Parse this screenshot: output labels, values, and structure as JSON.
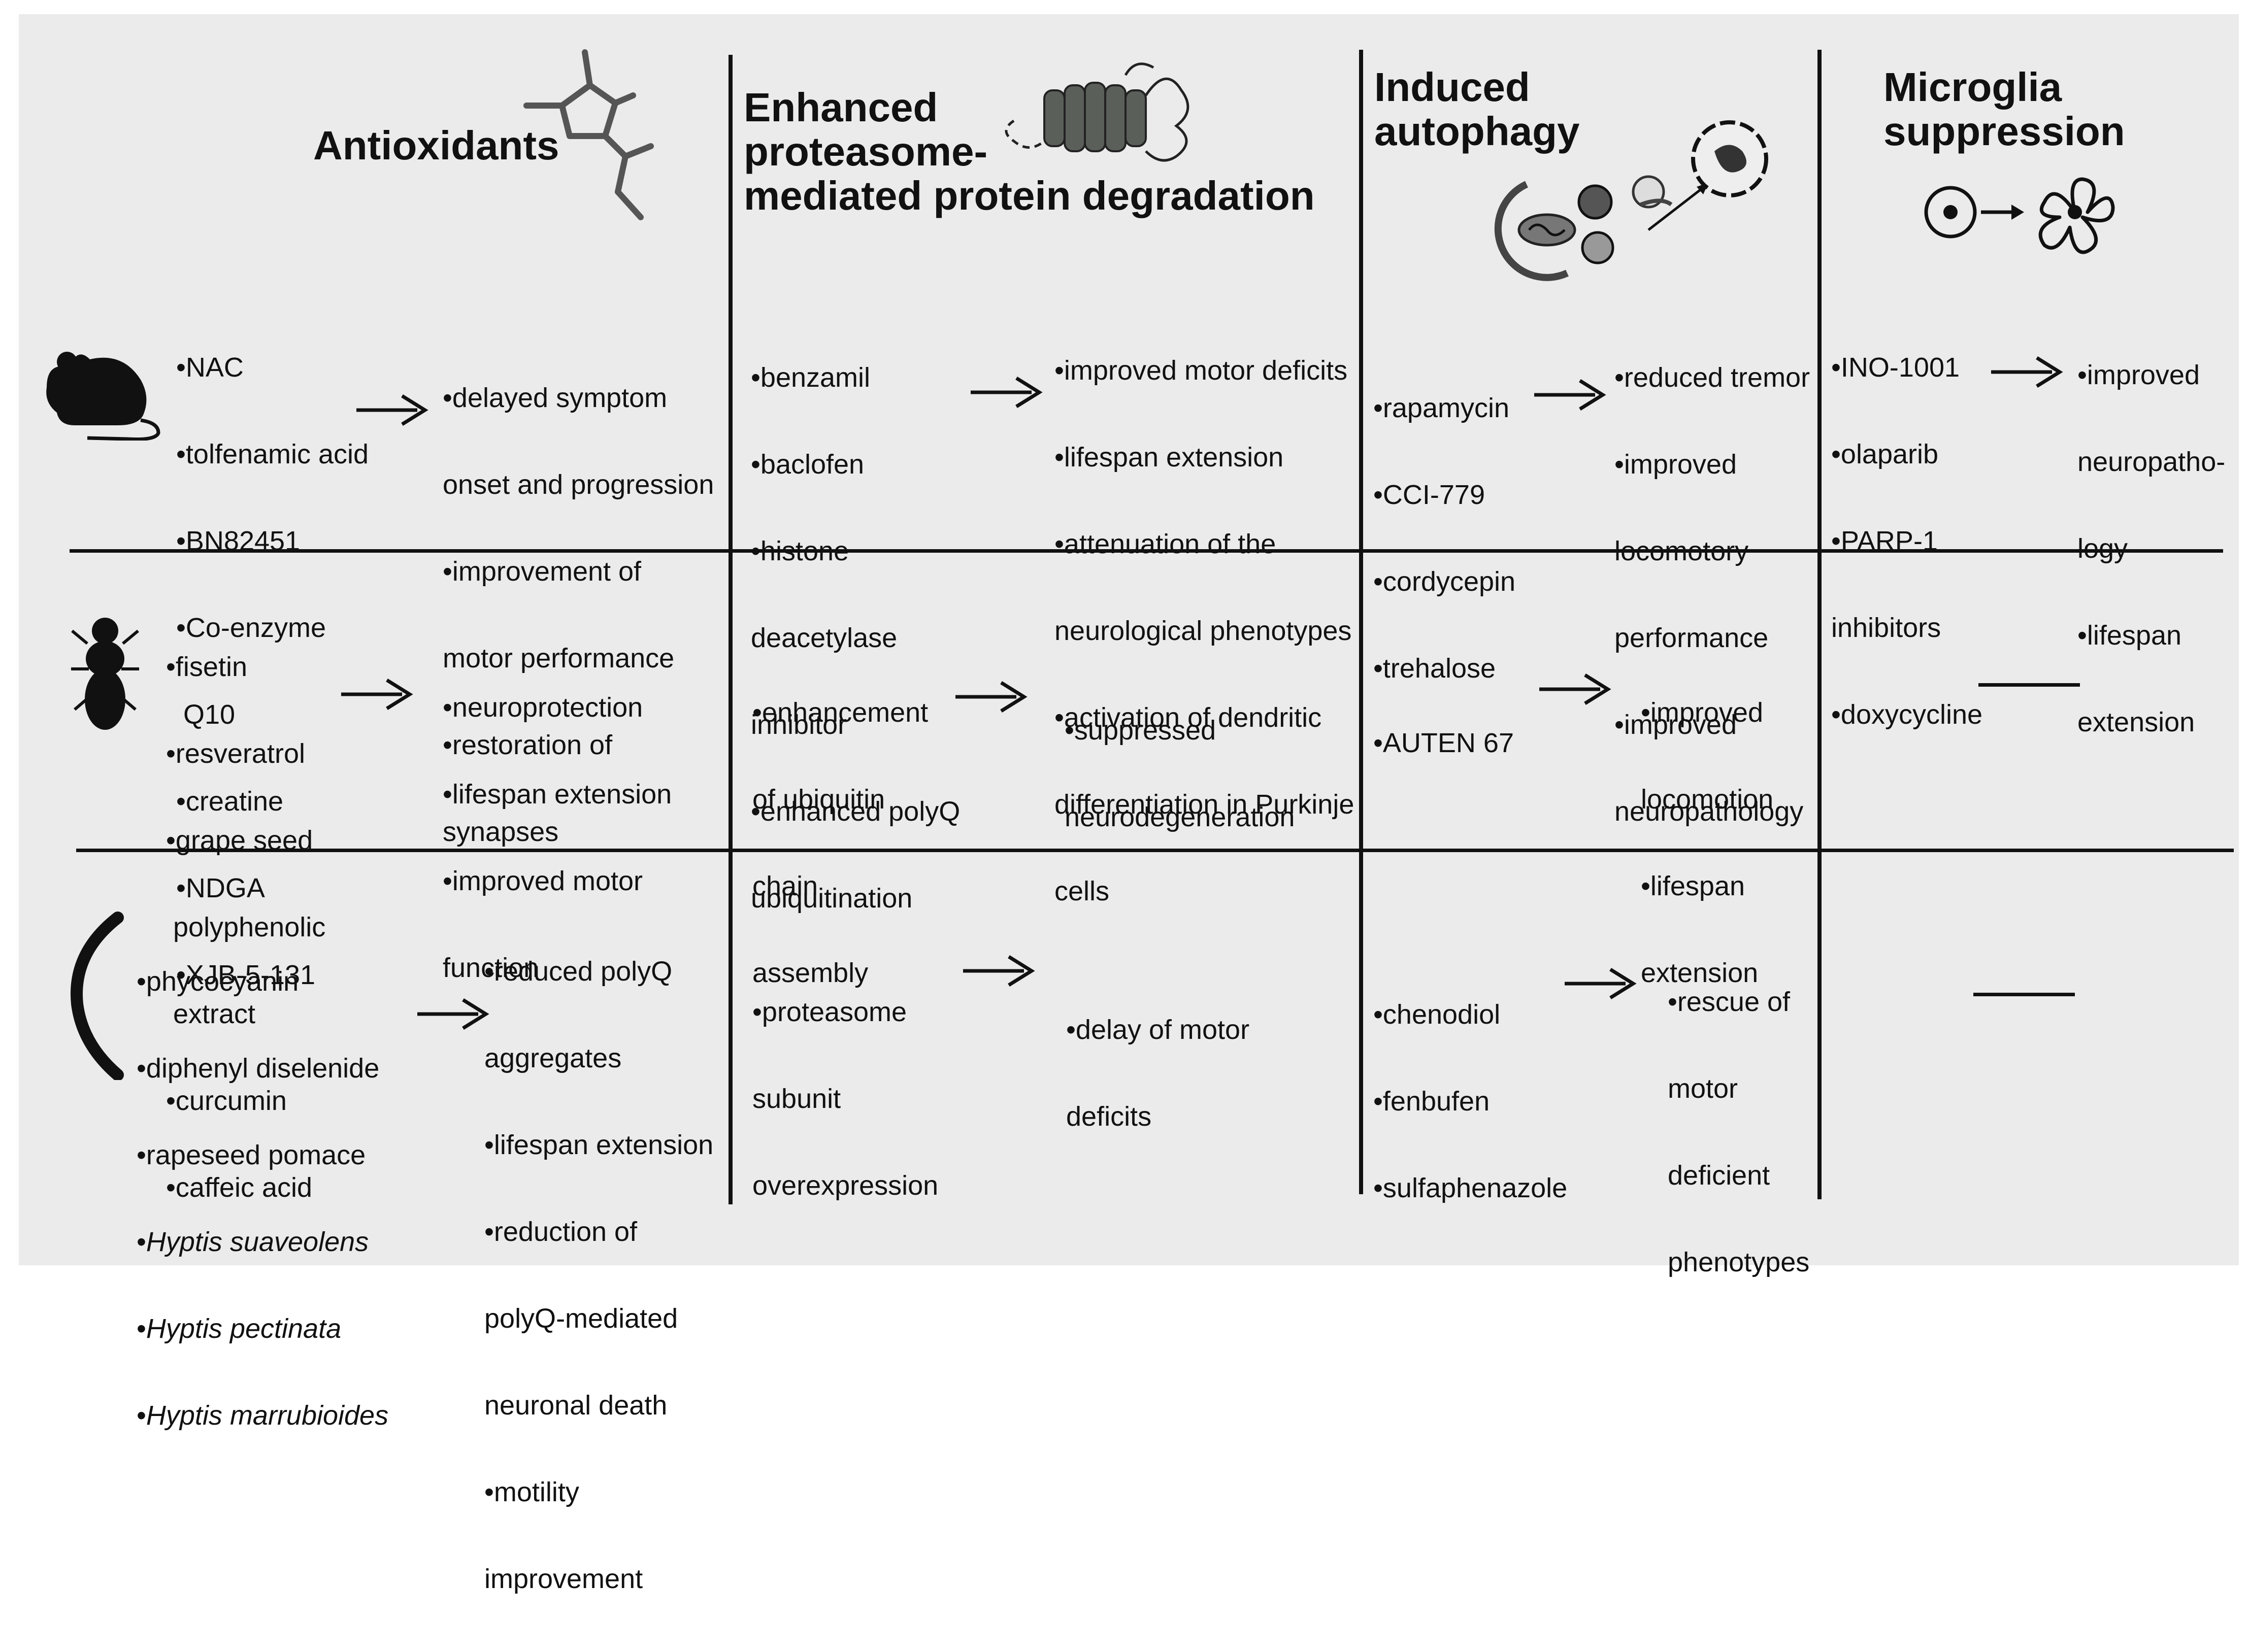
{
  "columns": {
    "antioxidants": {
      "title": "Antioxidants"
    },
    "proteasome": {
      "title_lines": [
        "Enhanced",
        "proteasome-",
        "mediated protein degradation"
      ]
    },
    "autophagy": {
      "title_lines": [
        "Induced",
        "autophagy"
      ]
    },
    "microglia": {
      "title_lines": [
        "Microglia",
        "suppression"
      ]
    }
  },
  "rows": {
    "mouse": {
      "icon": "mouse-icon",
      "antioxidants": {
        "compounds": [
          "•NAC",
          "•tolfenamic acid",
          "•BN82451",
          "•Co-enzyme",
          "Q10",
          "•creatine",
          "•NDGA",
          "•XJB-5-131"
        ],
        "effects": [
          "•delayed symptom",
          "onset and progression",
          "•improvement of",
          "motor performance",
          "•restoration of",
          "synapses"
        ]
      },
      "proteasome": {
        "compounds": [
          "•benzamil",
          "•baclofen",
          "•histone",
          "deacetylase",
          "inhibitor",
          "•enhanced polyQ",
          "ubiquitination"
        ],
        "effects": [
          "•improved motor deficits",
          "•lifespan extension",
          "•attenuation of the",
          "neurological phenotypes",
          "•activation of dendritic",
          "differentiation in Purkinje",
          "cells"
        ]
      },
      "autophagy": {
        "compounds": [
          "•rapamycin",
          "•CCI-779",
          "•cordycepin",
          "•trehalose"
        ],
        "effects": [
          "•reduced tremor",
          "•improved",
          "locomotory",
          "performance",
          "•improved",
          "neuropathology"
        ]
      },
      "microglia": {
        "compounds": [
          "•INO-1001",
          "•olaparib",
          "•PARP-1",
          "inhibitors",
          "•doxycycline"
        ],
        "effects": [
          "•improved",
          "neuropatho-",
          "logy",
          "•lifespan",
          "extension"
        ]
      }
    },
    "fly": {
      "icon": "fly-icon",
      "antioxidants": {
        "compounds": [
          "•fisetin",
          "•resveratrol",
          "•grape seed",
          "polyphenolic",
          "extract",
          "•curcumin",
          "•caffeic acid"
        ],
        "effects": [
          "•neuroprotection",
          "•lifespan extension",
          "•improved motor",
          "function"
        ]
      },
      "proteasome": {
        "compounds": [
          "•enhancement",
          "of ubiquitin",
          "chain",
          "assembly"
        ],
        "effects": [
          "•suppressed",
          "neurodegeneration"
        ]
      },
      "autophagy": {
        "compounds": [
          "•AUTEN 67"
        ],
        "effects": [
          "•improved",
          "locomotion",
          "•lifespan",
          "extension"
        ]
      },
      "microglia": {
        "none": "—"
      }
    },
    "worm": {
      "icon": "worm-icon",
      "antioxidants": {
        "compounds": [
          "•phycocyanin",
          "•diphenyl diselenide",
          "•rapeseed pomace"
        ],
        "compounds_italic": [
          {
            "bullet": "•",
            "name": "Hyptis suaveolens"
          },
          {
            "bullet": "•",
            "name": "Hyptis pectinata"
          },
          {
            "bullet": "•",
            "name": "Hyptis marrubioides"
          }
        ],
        "effects": [
          "•reduced polyQ",
          "aggregates",
          "•lifespan extension",
          "•reduction of",
          "polyQ-mediated",
          "neuronal death",
          "•motility",
          "improvement"
        ]
      },
      "proteasome": {
        "compounds": [
          "•proteasome",
          "subunit",
          "overexpression"
        ],
        "effects": [
          "•delay of motor",
          "deficits"
        ]
      },
      "autophagy": {
        "compounds": [
          "•chenodiol",
          "•fenbufen",
          "•sulfaphenazole"
        ],
        "effects": [
          "•rescue of",
          "motor",
          "deficient",
          "phenotypes"
        ]
      },
      "microglia": {
        "none": "—"
      }
    }
  },
  "decor": {
    "column_icons": [
      "molecule-icon",
      "proteasome-icon",
      "autophagosome-icon",
      "microglia-activation-icon"
    ],
    "line_color": "#111111",
    "panel_color": "#ebebeb"
  }
}
